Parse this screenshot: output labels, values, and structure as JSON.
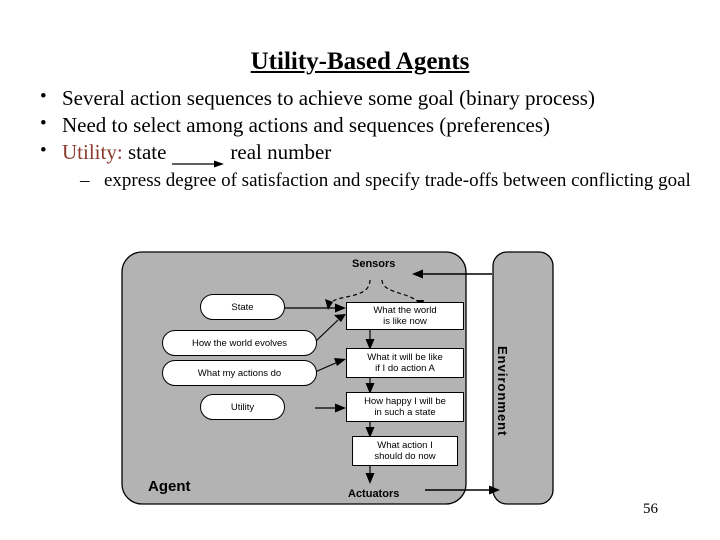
{
  "slide": {
    "title": "Utility-Based Agents",
    "page_number": "56",
    "bullets": [
      {
        "level": 1,
        "text": "Several action sequences to achieve some goal (binary process)"
      },
      {
        "level": 1,
        "text": "Need to select among actions and sequences (preferences)"
      },
      {
        "level": 1,
        "text_parts": {
          "highlight": "Utility:",
          "before": " state",
          "after": "real number"
        }
      },
      {
        "level": 2,
        "text": "express degree of satisfaction and specify trade-offs between conflicting goal"
      }
    ],
    "bullet_marker": "•",
    "dash_marker": "–"
  },
  "figure": {
    "name": "utility-based-agent-diagram",
    "environment_label": "Environment",
    "agent_label": "Agent",
    "sensors_label": "Sensors",
    "actuators_label": "Actuators",
    "nodes": [
      {
        "id": "state",
        "label": "State"
      },
      {
        "id": "how-world-evolves",
        "label": "How the world evolves"
      },
      {
        "id": "what-my-actions-do",
        "label": "What my actions do"
      },
      {
        "id": "utility",
        "label": "Utility"
      },
      {
        "id": "world-like-now",
        "label": "What the world\nis like now"
      },
      {
        "id": "what-it-will-be-like",
        "label": "What it will be like\nif I do action A"
      },
      {
        "id": "how-happy",
        "label": "How happy I will be\nin such a state"
      },
      {
        "id": "what-action",
        "label": "What action I\nshould do now"
      }
    ],
    "colors": {
      "environment_fill": "#b3b3b3",
      "agent_fill": "#b3b3b3",
      "node_fill": "#ffffff",
      "stroke": "#000000"
    }
  }
}
